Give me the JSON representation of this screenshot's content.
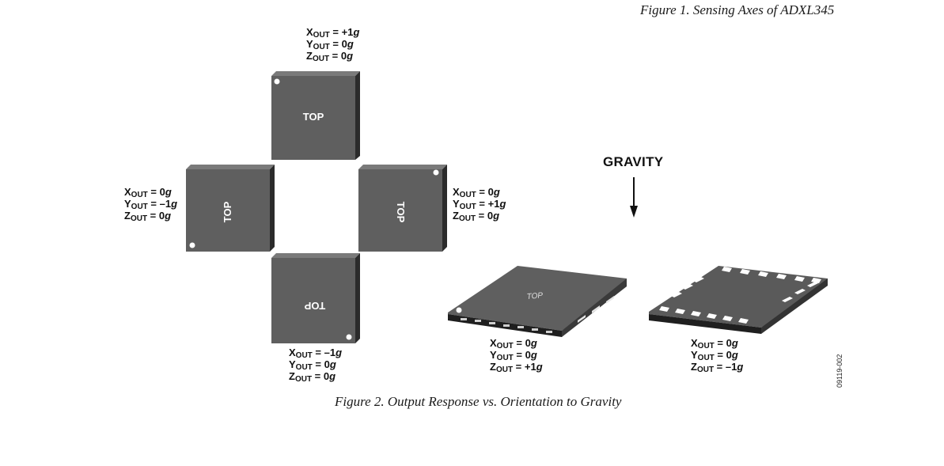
{
  "figure1_caption": "Figure 1. Sensing Axes of ADXL345",
  "figure2_caption": "Figure 2. Output Response vs. Orientation to Gravity",
  "gravity_label": "GRAVITY",
  "doc_id": "09119-002",
  "package_label": "TOP",
  "orientations": {
    "top": {
      "x": "+1",
      "y": "0",
      "z": "0"
    },
    "left": {
      "x": "0",
      "y": "–1",
      "z": "0"
    },
    "right": {
      "x": "0",
      "y": "+1",
      "z": "0"
    },
    "bottom": {
      "x": "–1",
      "y": "0",
      "z": "0"
    },
    "flat_top": {
      "x": "0",
      "y": "0",
      "z": "+1"
    },
    "flat_bottom": {
      "x": "0",
      "y": "0",
      "z": "–1"
    }
  },
  "axis_letters": {
    "x": "X",
    "y": "Y",
    "z": "Z"
  },
  "subscript": "OUT",
  "unit": "g",
  "colors": {
    "package_face": "#5f5f5f",
    "package_side": "#2b2b2b",
    "pad": "#ffffff",
    "text": "#111111"
  }
}
